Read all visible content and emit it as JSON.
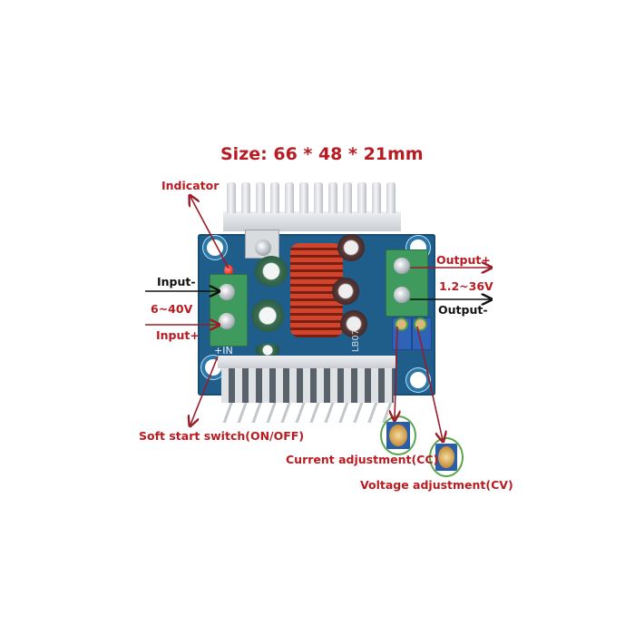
{
  "title": "Size: 66 * 48 * 21mm",
  "labels": {
    "indicator": "Indicator",
    "input_minus": "Input-",
    "input_voltage": "6~40V",
    "input_plus": "Input+",
    "output_plus": "Output+",
    "output_voltage": "1.2~36V",
    "output_minus": "Output-",
    "soft_start": "Soft start switch(ON/OFF)",
    "current_adjust": "Current adjustment(CC)",
    "voltage_adjust": "Voltage adjustment(CV)"
  },
  "pcb_silkscreen": {
    "in_marker": "+IN",
    "board_code": "LB07"
  },
  "colors": {
    "label_red": "#b81c22",
    "label_black": "#111111",
    "pcb_blue": "#1f5d8a",
    "terminal_green": "#3f9b5d",
    "highlight_green": "#5aa54a"
  }
}
